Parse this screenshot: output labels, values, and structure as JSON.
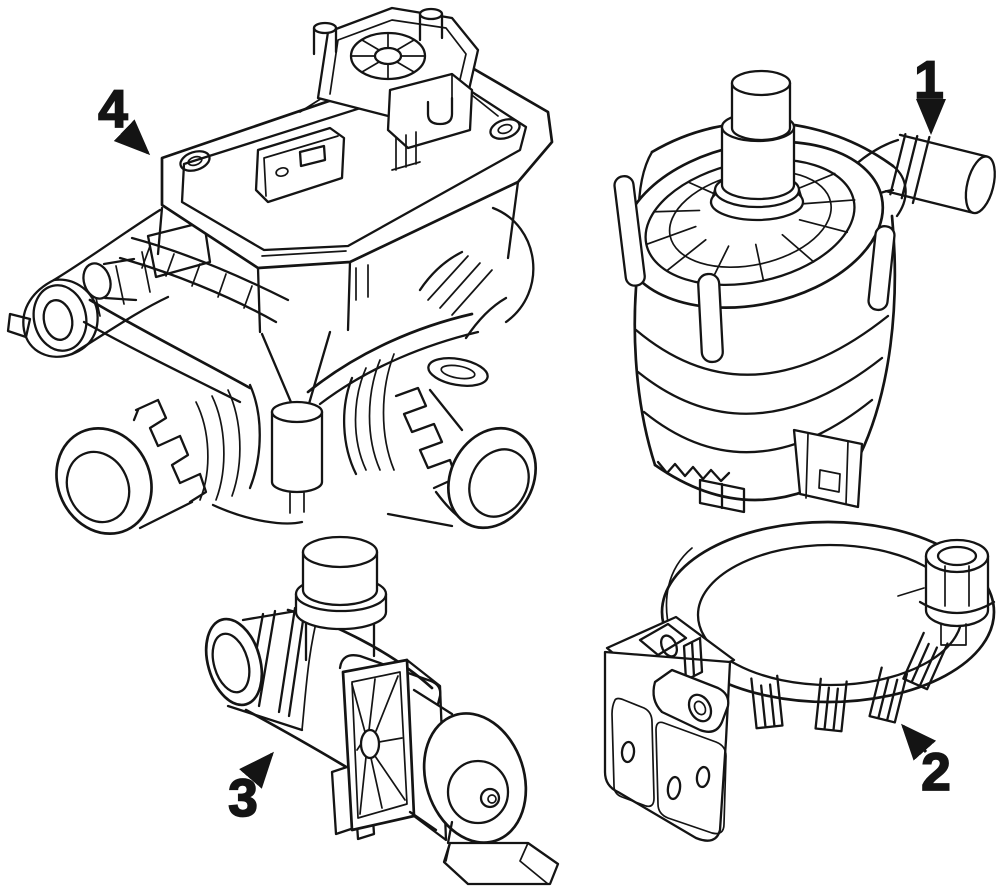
{
  "diagram": {
    "background_color": "#ffffff",
    "line_color": "#141414",
    "callouts": [
      {
        "label": "1"
      },
      {
        "label": "2"
      },
      {
        "label": "3"
      },
      {
        "label": "4"
      }
    ]
  }
}
